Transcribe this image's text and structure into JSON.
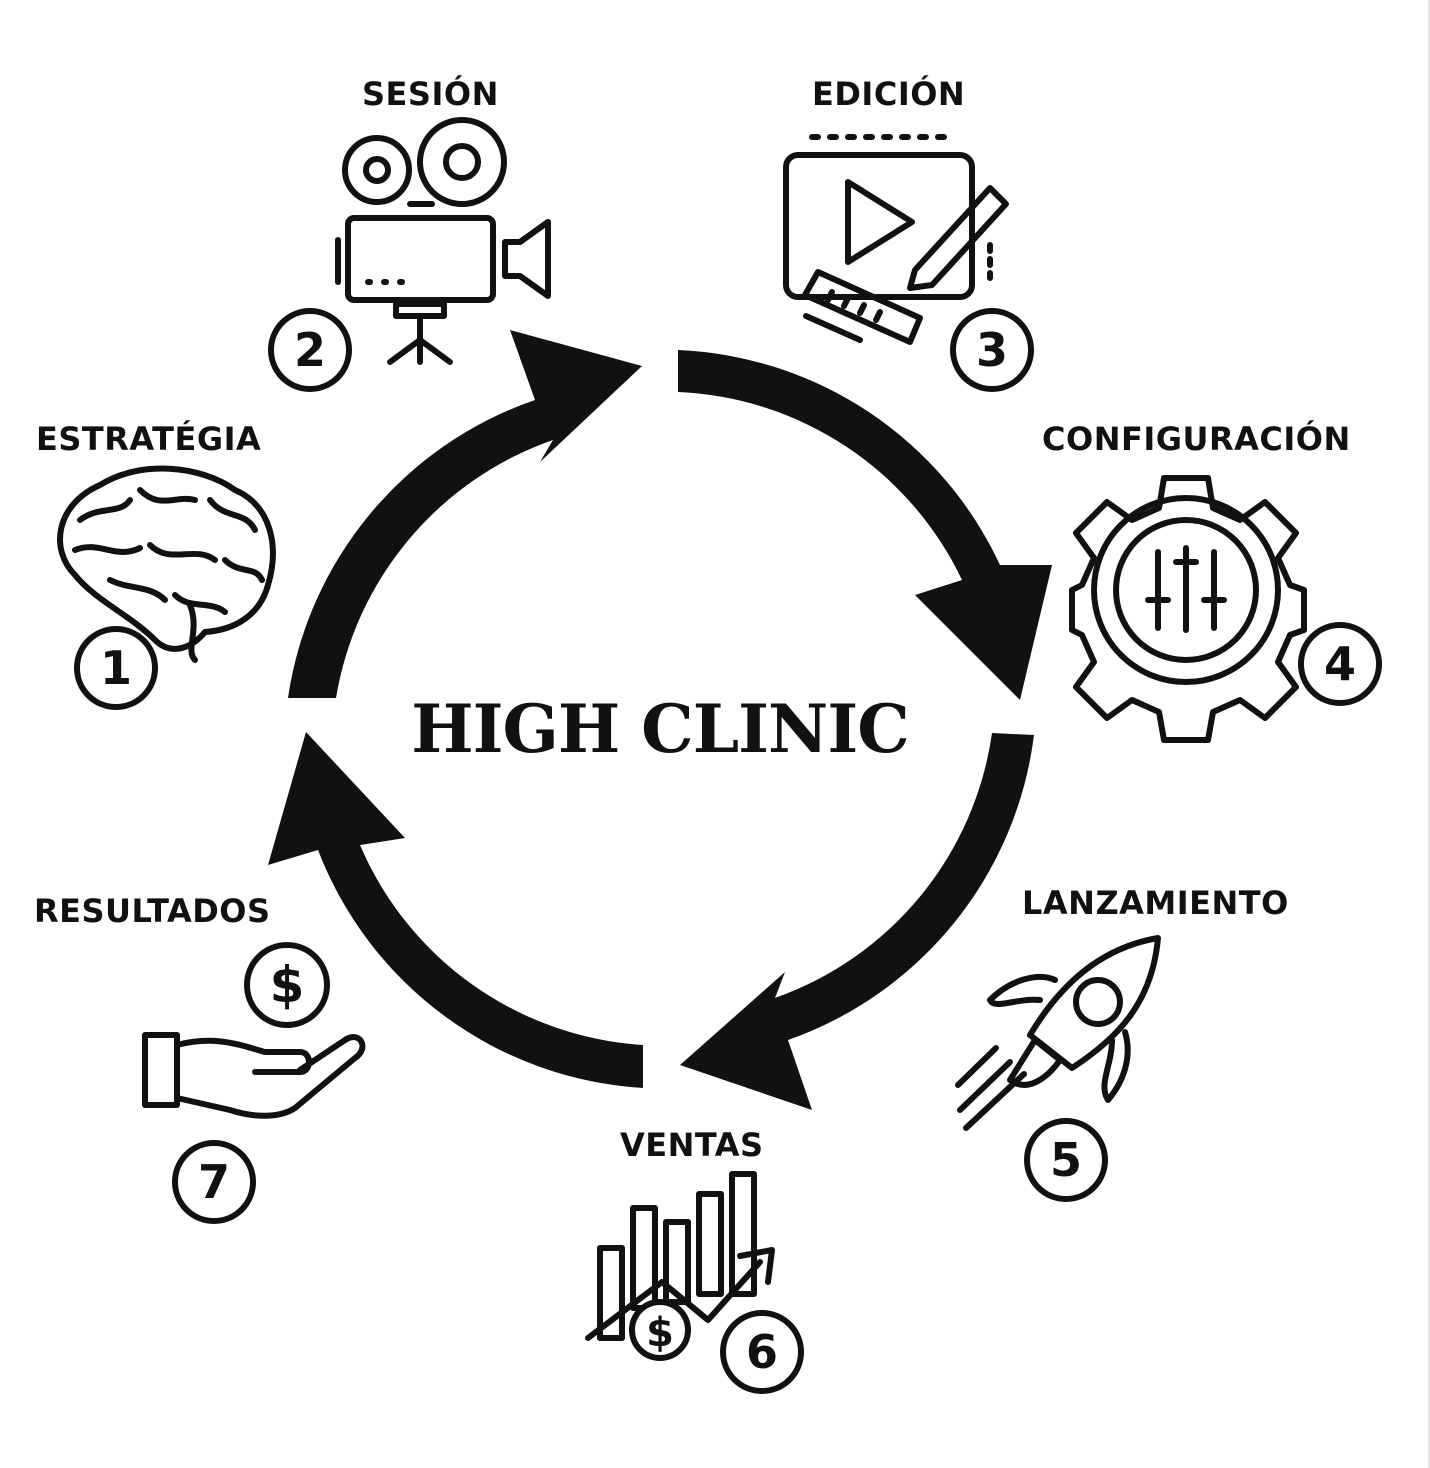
{
  "diagram": {
    "title": "HIGH CLINIC",
    "steps": [
      {
        "number": "1",
        "label": "ESTRATÉGIA",
        "icon": "brain-icon"
      },
      {
        "number": "2",
        "label": "SESIÓN",
        "icon": "movie-camera-icon"
      },
      {
        "number": "3",
        "label": "EDICIÓN",
        "icon": "video-edit-icon"
      },
      {
        "number": "4",
        "label": "CONFIGURACIÓN",
        "icon": "gear-sliders-icon"
      },
      {
        "number": "5",
        "label": "LANZAMIENTO",
        "icon": "rocket-icon"
      },
      {
        "number": "6",
        "label": "VENTAS",
        "icon": "sales-growth-icon"
      },
      {
        "number": "7",
        "label": "RESULTADOS",
        "icon": "money-hand-icon"
      }
    ],
    "colors": {
      "ink": "#111111",
      "background": "#ffffff"
    }
  }
}
